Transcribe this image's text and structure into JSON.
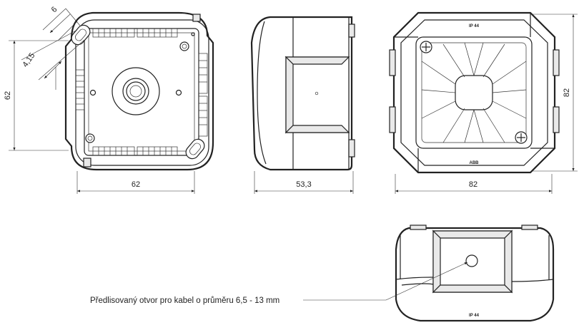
{
  "dimensions": {
    "top_width": "62",
    "top_height": "62",
    "wall_offset": "6",
    "hole_offset": "4,15",
    "side_depth": "53,3",
    "front_width": "82",
    "front_height": "82"
  },
  "labels": {
    "ip_rating": "IP 44",
    "brand": "ABB",
    "cable_note": "Předlisovaný otvor pro kabel o průměru 6,5 - 13 mm"
  }
}
